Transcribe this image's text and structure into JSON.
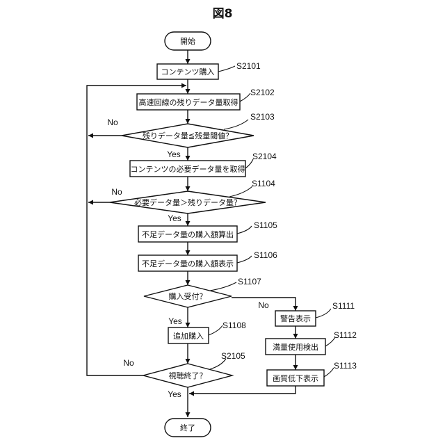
{
  "figure_title": "図8",
  "nodes": {
    "start": "開始",
    "purchase_content": "コンテンツ購入",
    "get_remaining": "高速回線の残りデータ量取得",
    "compare_threshold": "残りデータ量≦残量閾値？",
    "get_required": "コンテンツの必要データ量を取得",
    "compare_required": "必要データ量＞残りデータ量？",
    "calc_shortfall": "不足データ量の購入額算出",
    "show_shortfall": "不足データ量の購入額表示",
    "accept_purchase": "購入受付？",
    "additional_purchase": "追加購入",
    "viewing_done": "視聴終了？",
    "warning": "警告表示",
    "detect_full_usage": "満量使用検出",
    "lower_quality": "画質低下表示",
    "end": "終了"
  },
  "steps": {
    "s2101": "S2101",
    "s2102": "S2102",
    "s2103": "S2103",
    "s2104": "S2104",
    "s1104": "S1104",
    "s1105": "S1105",
    "s1106": "S1106",
    "s1107": "S1107",
    "s1108": "S1108",
    "s2105": "S2105",
    "s1111": "S1111",
    "s1112": "S1112",
    "s1113": "S1113"
  },
  "labels": {
    "yes": "Yes",
    "no": "No"
  }
}
